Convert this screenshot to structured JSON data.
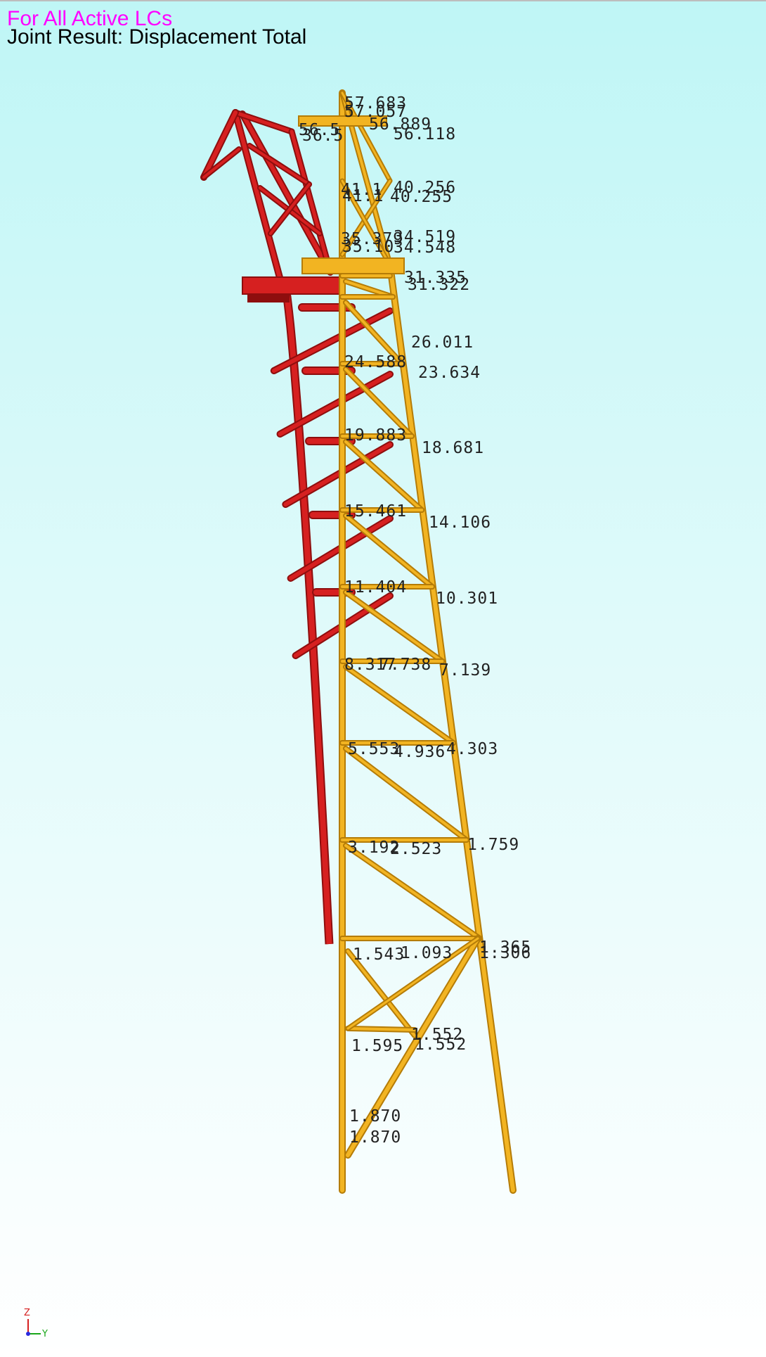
{
  "header": {
    "line1": "For All Active LCs",
    "line2": "Joint Result: Displacement Total",
    "line1_color": "#ff00ff"
  },
  "colors": {
    "deformed": "#d62020",
    "deformed_dark": "#8e0e0e",
    "undeformed": "#f2b422",
    "undeformed_dark": "#b57c07"
  },
  "displacement_labels": [
    "57.683",
    "57.057",
    "56.5",
    "56.889",
    "36.5",
    "56.118",
    "41.1",
    "40.256",
    "41.1",
    "40.255",
    "35.379",
    "34.519",
    "35.10",
    "34.548",
    "31.335",
    "31.322",
    "26.011",
    "24.588",
    "23.634",
    "19.883",
    "18.681",
    "15.461",
    "14.106",
    "11.404",
    "10.301",
    "8.317",
    "7.738",
    "7.139",
    "5.553",
    "4.936",
    "4.303",
    "3.192",
    "2.523",
    "1.759",
    "1.365",
    "1.306",
    "1.543",
    "1.093",
    "1.552",
    "1.595",
    "1.552",
    "1.870",
    "1.870"
  ],
  "triad": {
    "z": "Z",
    "y": "Y"
  }
}
